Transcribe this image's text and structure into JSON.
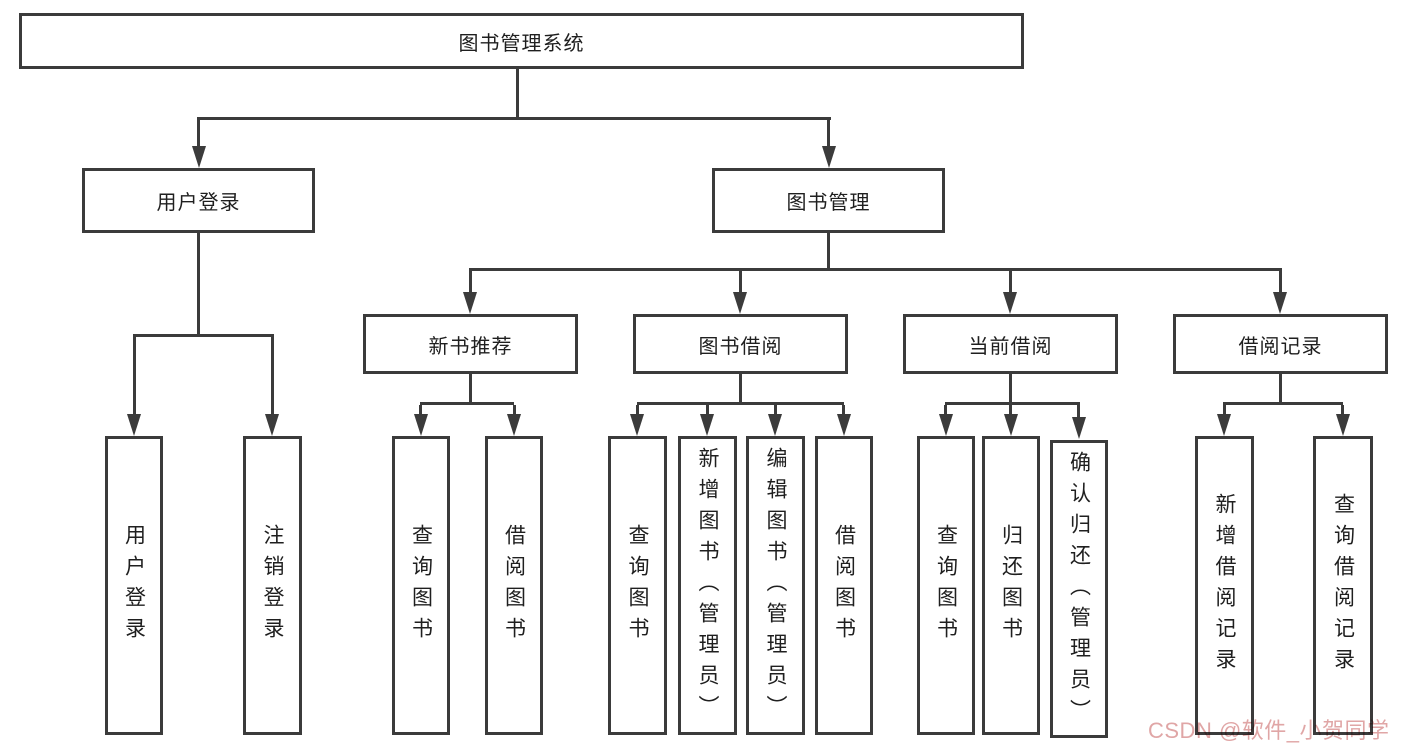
{
  "diagram": {
    "root": "图书管理系统",
    "level2": {
      "user_login": "用户登录",
      "book_management": "图书管理"
    },
    "level3": {
      "new_books": "新书推荐",
      "book_borrow": "图书借阅",
      "current_borrow": "当前借阅",
      "borrow_records": "借阅记录"
    },
    "leaves": {
      "user_login": [
        "用户登录",
        "注销登录"
      ],
      "new_books": [
        "查询图书",
        "借阅图书"
      ],
      "book_borrow": [
        "查询图书",
        "新增图书（管理员）",
        "编辑图书（管理员）",
        "借阅图书"
      ],
      "current_borrow": [
        "查询图书",
        "归还图书",
        "确认归还（管理员）"
      ],
      "borrow_records": [
        "新增借阅记录",
        "查询借阅记录"
      ]
    }
  },
  "watermark": "CSDN @软件_小贺同学",
  "colors": {
    "line": "#3b3b3b",
    "text": "#1f1f1f",
    "watermark": "#e0a6a6",
    "background": "#ffffff"
  }
}
